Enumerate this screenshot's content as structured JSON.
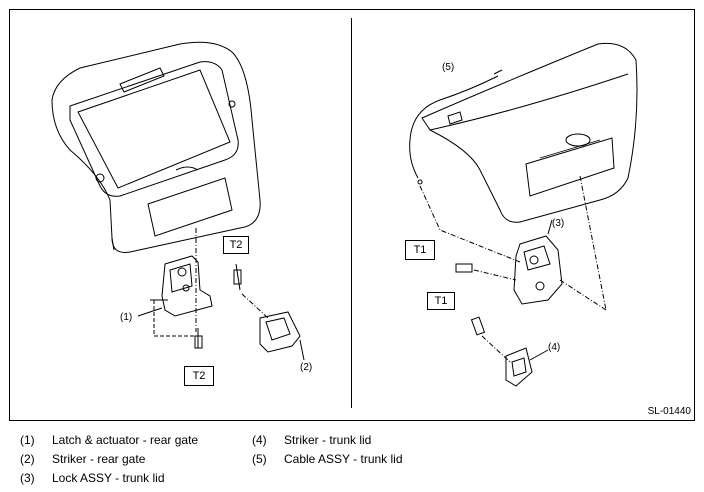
{
  "callouts": {
    "c1": "(1)",
    "c2": "(2)",
    "c3": "(3)",
    "c4": "(4)",
    "c5": "(5)"
  },
  "torque": {
    "left_top": "T2",
    "left_bottom": "T2",
    "right_top": "T1",
    "right_bottom": "T1"
  },
  "figure_code": "SL-01440",
  "legend": [
    {
      "num": "(1)",
      "text": "Latch & actuator - rear gate"
    },
    {
      "num": "(2)",
      "text": "Striker - rear gate"
    },
    {
      "num": "(3)",
      "text": "Lock ASSY - trunk lid"
    },
    {
      "num": "(4)",
      "text": "Striker - trunk lid"
    },
    {
      "num": "(5)",
      "text": "Cable ASSY - trunk lid"
    }
  ]
}
